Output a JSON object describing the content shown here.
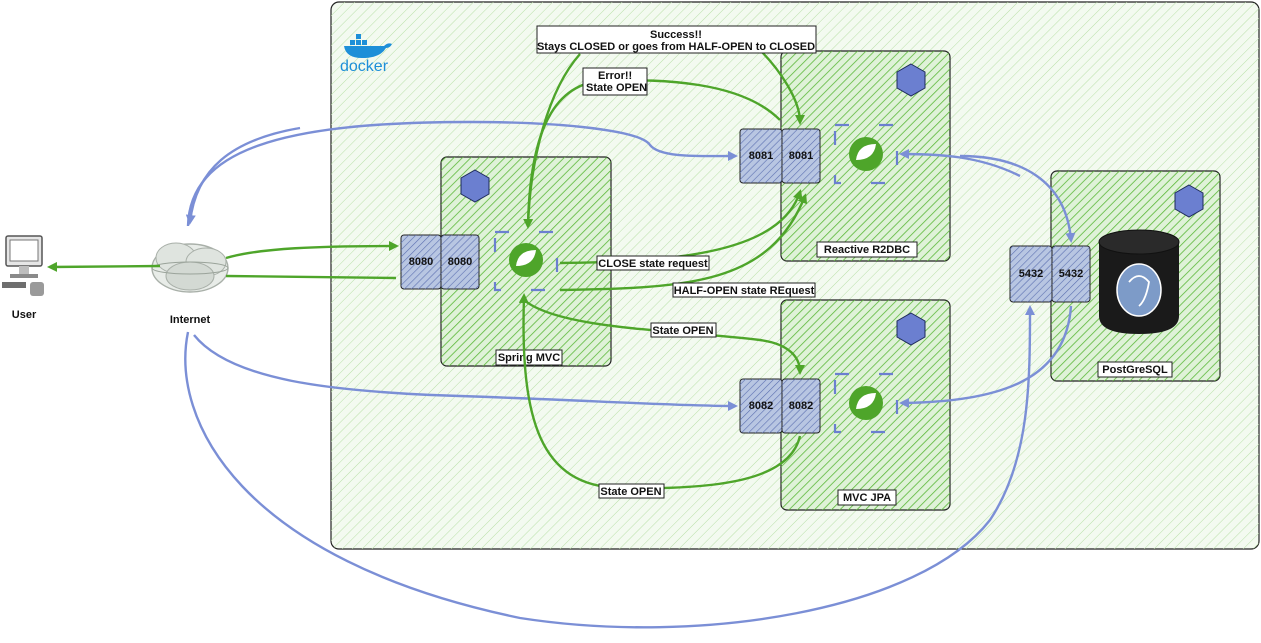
{
  "docker": {
    "label": "docker",
    "color": "#1d8fd8"
  },
  "user": {
    "label": "User",
    "icon": "desktop-computer-icon"
  },
  "internet": {
    "label": "Internet",
    "icon": "globe-cloud-icon"
  },
  "services": {
    "spring_mvc": {
      "label": "Spring MVC",
      "ports": [
        "8080",
        "8080"
      ],
      "icon": "spring-leaf-icon"
    },
    "reactive": {
      "label": "Reactive R2DBC",
      "ports": [
        "8081",
        "8081"
      ],
      "icon": "spring-leaf-icon"
    },
    "mvc_jpa": {
      "label": "MVC JPA",
      "ports": [
        "8082",
        "8082"
      ],
      "icon": "spring-leaf-icon"
    },
    "postgres": {
      "label": "PostGreSQL",
      "ports": [
        "5432",
        "5432"
      ],
      "icon": "postgres-elephant-icon"
    }
  },
  "notes": {
    "success_title": "Success!!",
    "success_body": "Stays CLOSED or goes from HALF-OPEN to CLOSED",
    "error_title": "Error!!",
    "error_body": "State OPEN",
    "close_request": "CLOSE state request",
    "half_open_request": "HALF-OPEN state REquest",
    "state_open_1": "State OPEN",
    "state_open_2": "State OPEN"
  },
  "colors": {
    "green": "#4ea52a",
    "blue": "#7b8fd6",
    "container_fill": "#dff2d8",
    "port_fill": "#b8c6e2",
    "hex_fill": "#6b7fd0"
  }
}
